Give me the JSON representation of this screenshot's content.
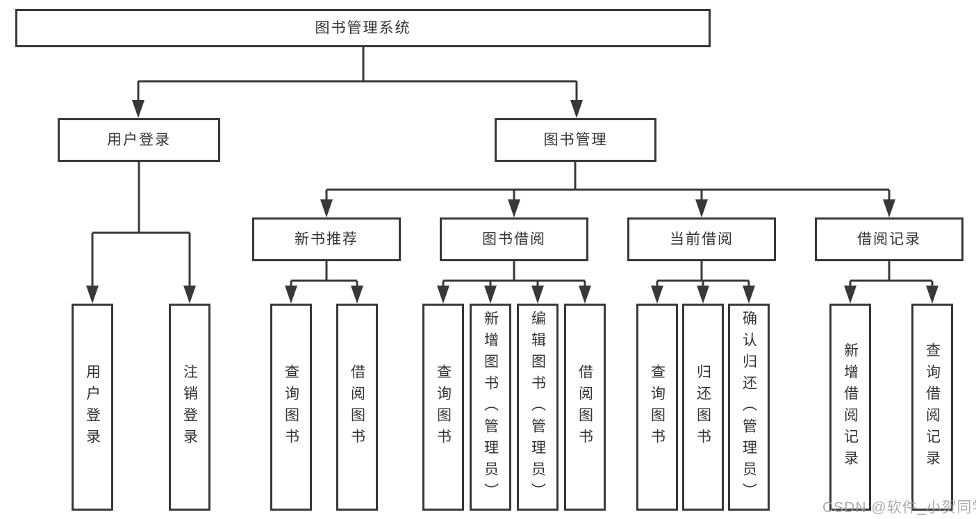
{
  "tree": {
    "label": "图书管理系统",
    "children": [
      {
        "label": "用户登录",
        "children": [
          {
            "label": "用户登录"
          },
          {
            "label": "注销登录"
          }
        ]
      },
      {
        "label": "图书管理",
        "children": [
          {
            "label": "新书推荐",
            "children": [
              {
                "label": "查询图书"
              },
              {
                "label": "借阅图书"
              }
            ]
          },
          {
            "label": "图书借阅",
            "children": [
              {
                "label": "查询图书"
              },
              {
                "label": "新增图书（管理员）"
              },
              {
                "label": "编辑图书（管理员）"
              },
              {
                "label": "借阅图书"
              }
            ]
          },
          {
            "label": "当前借阅",
            "children": [
              {
                "label": "查询图书"
              },
              {
                "label": "归还图书"
              },
              {
                "label": "确认归还（管理员）"
              }
            ]
          },
          {
            "label": "借阅记录",
            "children": [
              {
                "label": "新增借阅记录"
              },
              {
                "label": "查询借阅记录"
              }
            ]
          }
        ]
      }
    ]
  },
  "watermark": {
    "text": "CSDN @软件_小贺同学"
  },
  "colors": {
    "line": "#383838",
    "text": "#333333",
    "background": "#ffffff",
    "watermark": "#9e9e9e"
  }
}
